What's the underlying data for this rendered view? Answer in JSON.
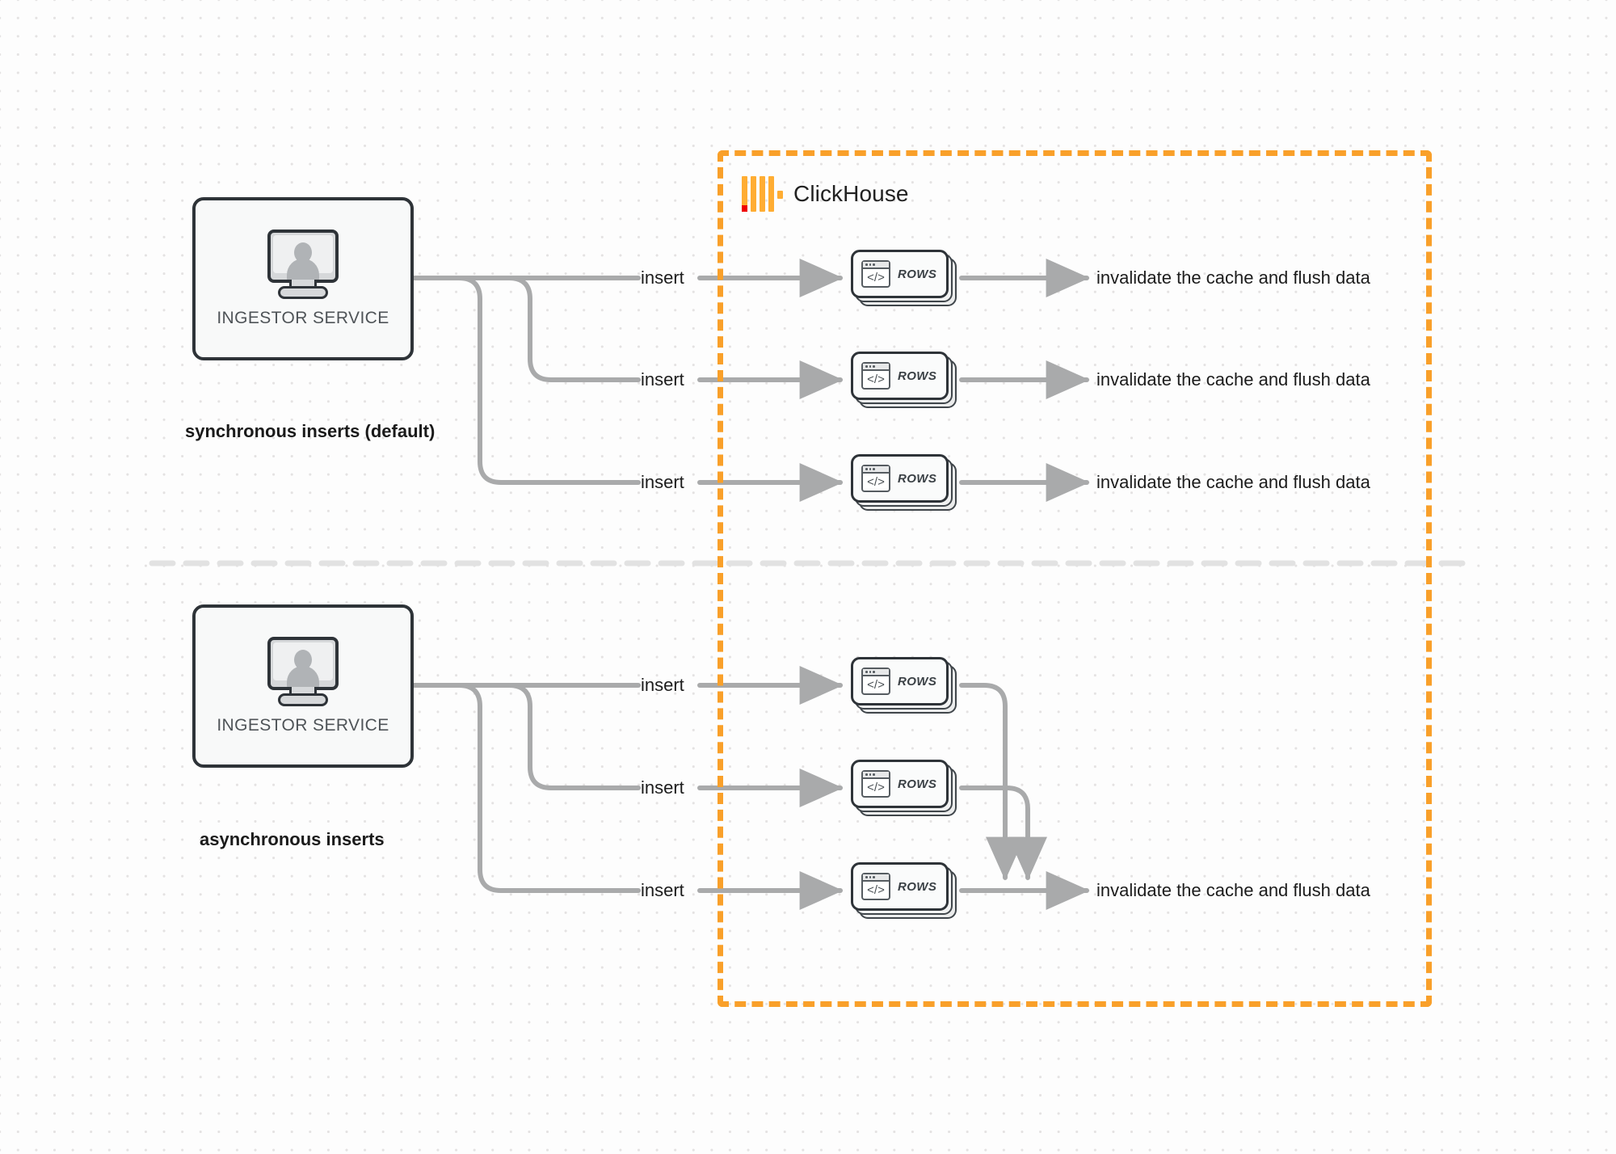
{
  "diagram": {
    "title": "ClickHouse synchronous vs asynchronous inserts",
    "colors": {
      "region_border": "#f9a02a",
      "logo_orange": "#ffad33",
      "logo_red": "#ef0000",
      "edge_gray": "#a9aaab",
      "node_border": "#2e3338",
      "background": "#fdfdfd"
    }
  },
  "clickhouse_region": {
    "brand_name": "ClickHouse",
    "logo_icon": "clickhouse-logo-icon"
  },
  "sections": [
    {
      "id": "synchronous",
      "caption": "synchronous inserts (default)",
      "source": {
        "label": "INGESTOR SERVICE",
        "icon": "monitor-user-icon"
      },
      "rows": [
        {
          "insert_label": "insert",
          "card_label": "ROWS",
          "card_icon": "code-window-icon",
          "outcome_label": "invalidate the cache and flush data"
        },
        {
          "insert_label": "insert",
          "card_label": "ROWS",
          "card_icon": "code-window-icon",
          "outcome_label": "invalidate the cache and flush data"
        },
        {
          "insert_label": "insert",
          "card_label": "ROWS",
          "card_icon": "code-window-icon",
          "outcome_label": "invalidate the cache and flush data"
        }
      ]
    },
    {
      "id": "asynchronous",
      "caption": "asynchronous inserts",
      "source": {
        "label": "INGESTOR SERVICE",
        "icon": "monitor-user-icon"
      },
      "rows": [
        {
          "insert_label": "insert",
          "card_label": "ROWS",
          "card_icon": "code-window-icon"
        },
        {
          "insert_label": "insert",
          "card_label": "ROWS",
          "card_icon": "code-window-icon"
        },
        {
          "insert_label": "insert",
          "card_label": "ROWS",
          "card_icon": "code-window-icon"
        }
      ],
      "shared_outcome_label": "invalidate the cache and flush data"
    }
  ]
}
